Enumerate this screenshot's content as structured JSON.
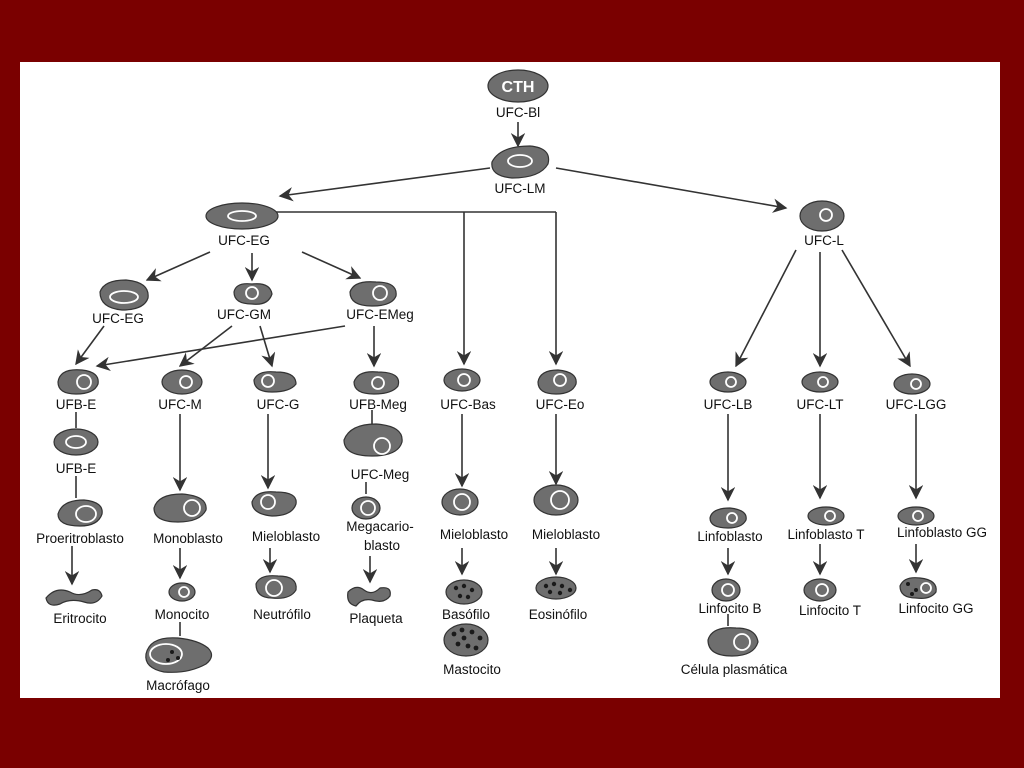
{
  "labels": {
    "cth": "CTH",
    "ufc_bl": "UFC-Bl",
    "ufc_lm": "UFC-LM",
    "ufc_eg": "UFC-EG",
    "ufc_l": "UFC-L",
    "ufc_eg2": "UFC-EG",
    "ufc_gm": "UFC-GM",
    "ufc_emeg": "UFC-EMeg",
    "ufb_e": "UFB-E",
    "ufc_m": "UFC-M",
    "ufc_g": "UFC-G",
    "ufb_meg": "UFB-Meg",
    "ufc_bas": "UFC-Bas",
    "ufc_eo": "UFC-Eo",
    "ufc_lb": "UFC-LB",
    "ufc_lt": "UFC-LT",
    "ufc_lgg": "UFC-LGG",
    "ufb_e2": "UFB-E",
    "ufc_meg": "UFC-Meg",
    "proeritroblasto": "Proeritroblasto",
    "monoblasto": "Monoblasto",
    "mieloblasto_g": "Mieloblasto",
    "megacario_1": "Megacario-",
    "megacario_2": "blasto",
    "mieloblasto_bas": "Mieloblasto",
    "mieloblasto_eo": "Mieloblasto",
    "linfoblasto": "Linfoblasto",
    "linfoblasto_t": "Linfoblasto T",
    "linfoblasto_gg": "Linfoblasto GG",
    "eritrocito": "Eritrocito",
    "monocito": "Monocito",
    "neutrofilo": "Neutrófilo",
    "plaqueta": "Plaqueta",
    "basofilo": "Basófilo",
    "eosinofilo": "Eosinófilo",
    "linfocito_b": "Linfocito B",
    "linfocito_t": "Linfocito T",
    "linfocito_gg": "Linfocito GG",
    "macrofago": "Macrófago",
    "mastocito": "Mastocito",
    "celula_plasmatica": "Célula plasmática"
  },
  "colors": {
    "background": "#7a0000",
    "panel": "#ffffff",
    "cell_fill": "#6e6e6e",
    "nucleus_outline": "#ffffff"
  }
}
